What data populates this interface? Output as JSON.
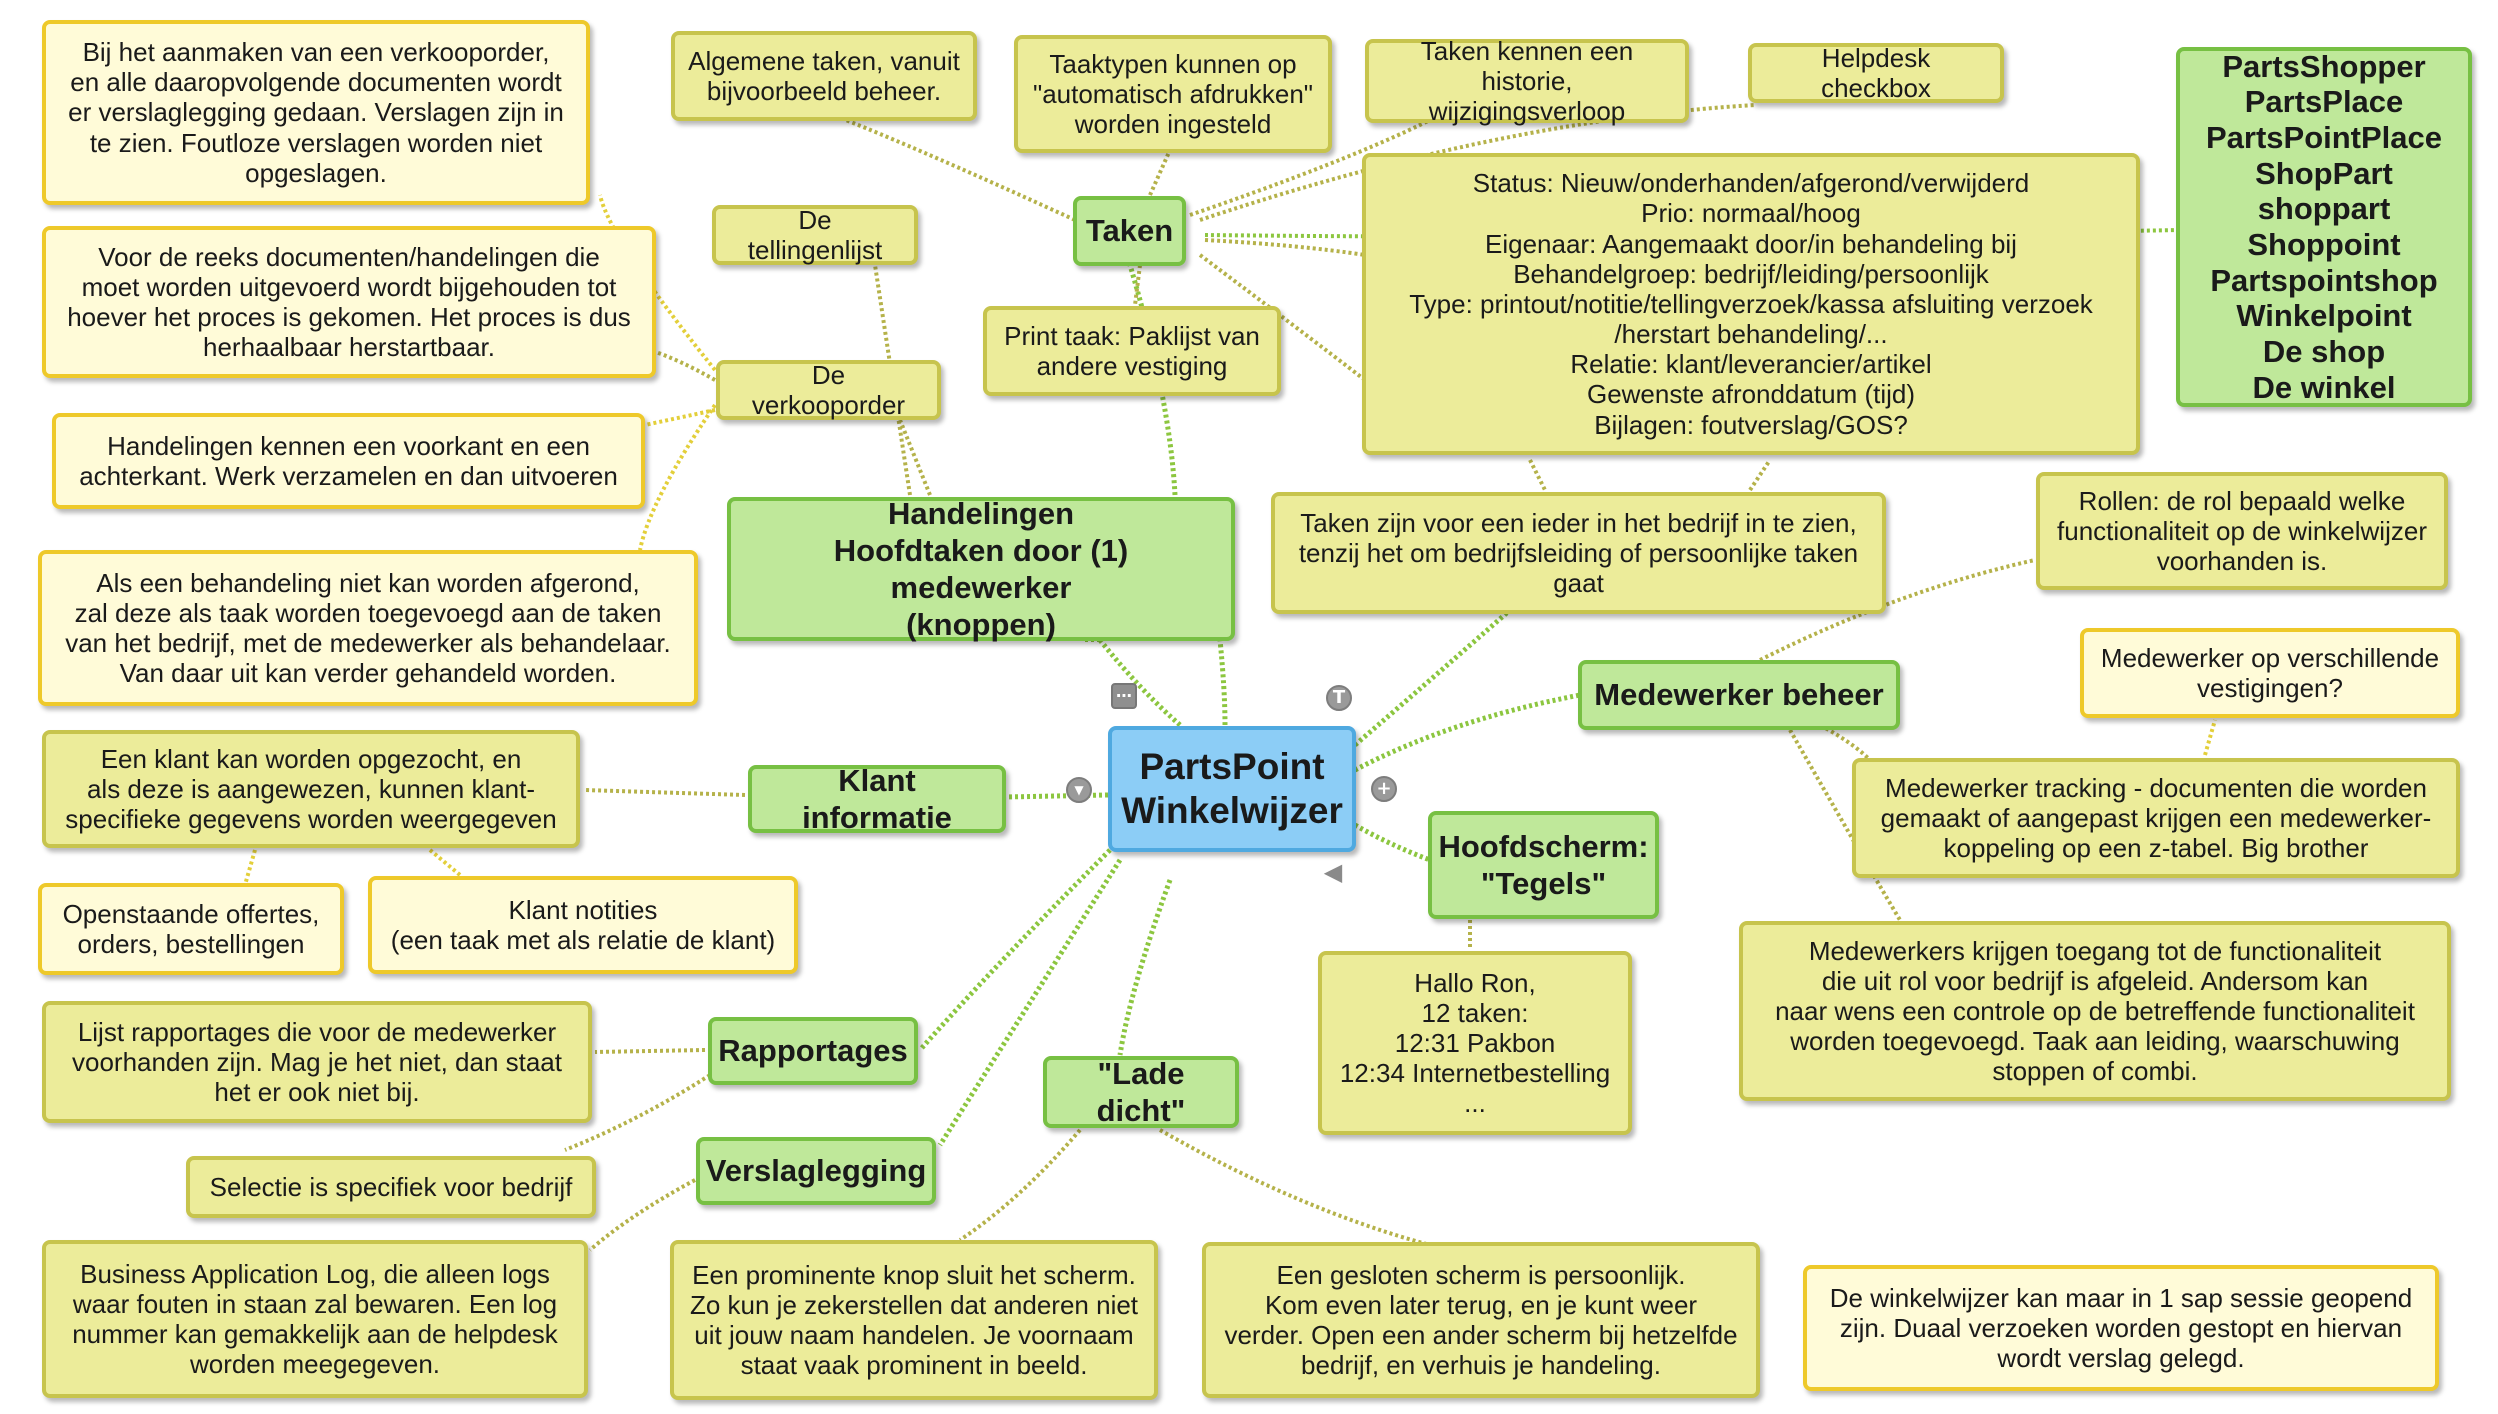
{
  "central": "PartsPoint\nWinkelwijzer",
  "topics": {
    "handelingen": "Handelingen\nHoofdtaken door (1) medewerker\n(knoppen)",
    "taken": "Taken",
    "klant": "Klant informatie",
    "rapportages": "Rapportages",
    "verslaglegging": "Verslaglegging",
    "lade": "\"Lade dicht\"",
    "medewerker": "Medewerker beheer",
    "hoofdscherm": "Hoofdscherm:\n\"Tegels\""
  },
  "names_box": "PartsShopper\nPartsPlace\nPartsPointPlace\nShopPart shoppart\nShoppoint\nPartspointshop\nWinkelpoint\nDe shop\nDe winkel",
  "notes": {
    "verslag_verkoop": "Bij het aanmaken van een verkooporder,\nen alle daaropvolgende documenten wordt\ner verslaglegging gedaan. Verslagen zijn in\nte zien. Foutloze verslagen worden niet\nopgeslagen.",
    "reeks": "Voor de reeks documenten/handelingen die\nmoet worden uitgevoerd wordt bijgehouden tot\nhoever het proces is gekomen. Het proces is dus\nherhaalbaar herstartbaar.",
    "voorkant": "Handelingen kennen een voorkant en een\nachterkant. Werk verzamelen en dan uitvoeren",
    "afgerond": "Als een behandeling niet kan worden afgerond,\nzal deze als taak worden toegevoegd aan de taken\nvan het bedrijf, met de medewerker als behandelaar.\nVan daar uit kan verder gehandeld worden.",
    "tellingenlijst": "De tellingenlijst",
    "verkooporder": "De verkooporder",
    "algemene": "Algemene taken, vanuit\nbijvoorbeeld beheer.",
    "taaktypen": "Taaktypen kunnen op\n\"automatisch afdrukken\"\nworden ingesteld",
    "historie": "Taken kennen een historie,\nwijzigingsverloop",
    "helpdesk": "Helpdesk checkbox",
    "status": "Status: Nieuw/onderhanden/afgerond/verwijderd\nPrio: normaal/hoog\nEigenaar: Aangemaakt door/in behandeling bij\nBehandelgroep: bedrijf/leiding/persoonlijk\nType: printout/notitie/tellingverzoek/kassa afsluiting verzoek\n/herstart behandeling/...\nRelatie: klant/leverancier/artikel\nGewenste afronddatum (tijd)\nBijlagen: foutverslag/GOS?",
    "print": "Print taak: Paklijst van\nandere vestiging",
    "ieder": "Taken zijn voor een ieder in het bedrijf in te zien,\ntenzij het om bedrijfsleiding of persoonlijke taken\ngaat",
    "rollen": "Rollen: de rol bepaald welke\nfunctionaliteit op de winkelwijzer\nvoorhanden is.",
    "vestigingen": "Medewerker op verschillende\nvestigingen?",
    "tracking": "Medewerker tracking - documenten die worden\ngemaakt of aangepast krijgen een medewerker-\nkoppeling op een z-tabel. Big brother",
    "toegang": "Medewerkers krijgen toegang tot de functionaliteit\ndie uit rol voor bedrijf is afgeleid. Andersom kan\nnaar wens een controle op de betreffende functionaliteit\nworden toegevoegd. Taak aan leiding, waarschuwing\nstoppen of combi.",
    "hallo": "Hallo Ron,\n12 taken:\n12:31 Pakbon\n12:34 Internetbestelling\n...",
    "klant_zoek": "Een klant kan worden opgezocht, en\nals deze is aangewezen, kunnen klant-\nspecifieke gegevens worden weergegeven",
    "offertes": "Openstaande offertes,\norders, bestellingen",
    "notities": "Klant notities\n(een taak met als relatie de klant)",
    "lijst": "Lijst rapportages die voor de medewerker\nvoorhanden zijn. Mag je het niet, dan staat\nhet er ook niet bij.",
    "selectie": "Selectie is specifiek voor bedrijf",
    "bal": "Business Application Log, die alleen logs\nwaar fouten in staan zal bewaren. Een log\nnummer kan gemakkelijk aan de helpdesk\nworden meegegeven.",
    "knop": "Een prominente knop sluit het scherm.\nZo kun je zekerstellen dat anderen niet\nuit jouw naam handelen. Je voornaam\nstaat vaak prominent in beeld.",
    "gesloten": "Een gesloten scherm is persoonlijk.\nKom even later terug, en je kunt weer\nverder. Open een ander scherm bij hetzelfde\nbedrijf, en verhuis je handeling.",
    "sap": "De winkelwijzer kan maar in 1 sap sessie geopend\nzijn. Duaal verzoeken worden gestopt en hiervan\nwordt verslag gelegd."
  },
  "controls": {
    "more": "⋯",
    "collapse_t": "T",
    "expand": "+",
    "collapse_down": "▼",
    "flag": "◀"
  },
  "colors": {
    "note_fill": "#ecec9a",
    "note_border": "#c7c44d",
    "callout_fill": "#fffbd8",
    "callout_border": "#eec92a",
    "topic_fill": "#bfe89a",
    "topic_border": "#77c043",
    "central_fill": "#8ccdf6",
    "central_border": "#4fa9e0",
    "link_green": "#8cc63f",
    "link_olive": "#b5b24a",
    "link_yellow": "#e3cf3a"
  }
}
